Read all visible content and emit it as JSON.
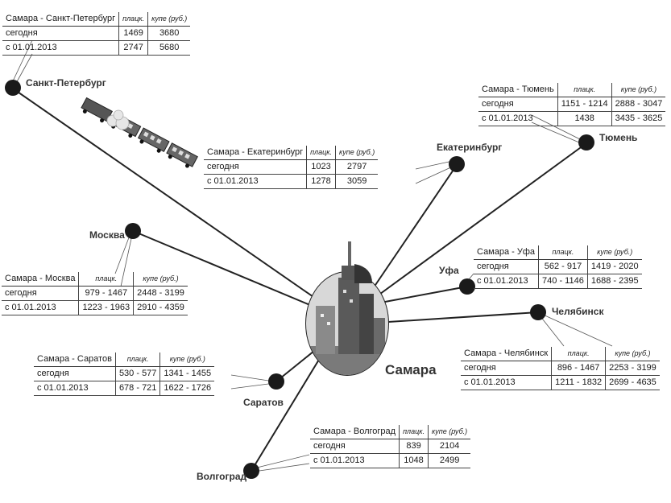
{
  "hub": {
    "name": "Самара"
  },
  "headers": {
    "platzkart": "плацк.",
    "coupe": "купе (руб.)"
  },
  "rows": {
    "today": "сегодня",
    "from2013": "с 01.01.2013"
  },
  "routes": [
    {
      "id": "spb",
      "city": "Санкт-Петербург",
      "route": "Самара - Санкт-Петербург",
      "today": [
        "1469",
        "3680"
      ],
      "from2013": [
        "2747",
        "5680"
      ]
    },
    {
      "id": "ekb",
      "city": "Екатеринбург",
      "route": "Самара - Екатеринбург",
      "today": [
        "1023",
        "2797"
      ],
      "from2013": [
        "1278",
        "3059"
      ]
    },
    {
      "id": "tyumen",
      "city": "Тюмень",
      "route": "Самара - Тюмень",
      "today": [
        "1151 - 1214",
        "2888 - 3047"
      ],
      "from2013": [
        "1438",
        "3435 - 3625"
      ]
    },
    {
      "id": "moscow",
      "city": "Москва",
      "route": "Самара - Москва",
      "today": [
        "979 - 1467",
        "2448 - 3199"
      ],
      "from2013": [
        "1223 - 1963",
        "2910 - 4359"
      ]
    },
    {
      "id": "ufa",
      "city": "Уфа",
      "route": "Самара - Уфа",
      "today": [
        "562 - 917",
        "1419 - 2020"
      ],
      "from2013": [
        "740 - 1146",
        "1688 - 2395"
      ]
    },
    {
      "id": "chel",
      "city": "Челябинск",
      "route": "Самара - Челябинск",
      "today": [
        "896 - 1467",
        "2253 - 3199"
      ],
      "from2013": [
        "1211 - 1832",
        "2699 - 4635"
      ]
    },
    {
      "id": "saratov",
      "city": "Саратов",
      "route": "Самара - Саратов",
      "today": [
        "530 - 577",
        "1341 - 1455"
      ],
      "from2013": [
        "678 - 721",
        "1622 - 1726"
      ]
    },
    {
      "id": "volgograd",
      "city": "Волгоград",
      "route": "Самара - Волгоград",
      "today": [
        "839",
        "2104"
      ],
      "from2013": [
        "1048",
        "2499"
      ]
    }
  ]
}
